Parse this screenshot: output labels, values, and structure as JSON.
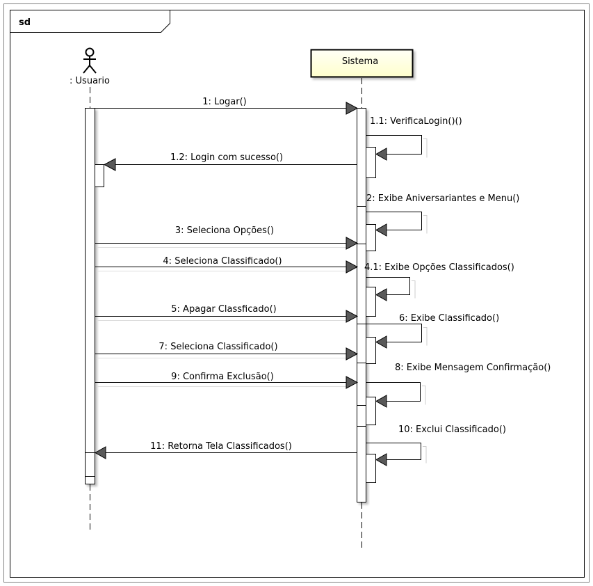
{
  "frame": {
    "label": "sd"
  },
  "lifelines": {
    "actor": {
      "label": ": Usuario"
    },
    "system": {
      "label": "Sistema"
    }
  },
  "messages": [
    {
      "id": "m1",
      "label": "1: Logar()",
      "kind": "call"
    },
    {
      "id": "m11",
      "label": "1.1: VerificaLogin()()",
      "kind": "self"
    },
    {
      "id": "m12",
      "label": "1.2: Login com sucesso()",
      "kind": "call-back"
    },
    {
      "id": "m2",
      "label": "2: Exibe Aniversariantes e Menu()",
      "kind": "self"
    },
    {
      "id": "m3",
      "label": "3: Seleciona Opções()",
      "kind": "call"
    },
    {
      "id": "m4",
      "label": "4: Seleciona Classificado()",
      "kind": "call"
    },
    {
      "id": "m41",
      "label": "4.1: Exibe Opções Classificados()",
      "kind": "self"
    },
    {
      "id": "m5",
      "label": "5: Apagar Classficado()",
      "kind": "call"
    },
    {
      "id": "m6",
      "label": "6: Exibe Classificado()",
      "kind": "self"
    },
    {
      "id": "m7",
      "label": "7: Seleciona Classificado()",
      "kind": "call"
    },
    {
      "id": "m8",
      "label": "8: Exibe Mensagem Confirmação()",
      "kind": "self"
    },
    {
      "id": "m9",
      "label": "9: Confirma Exclusão()",
      "kind": "call"
    },
    {
      "id": "m10",
      "label": "10: Exclui Classificado()",
      "kind": "self"
    },
    {
      "id": "m11b",
      "label": "11: Retorna Tela Classificados()",
      "kind": "call-back"
    }
  ]
}
